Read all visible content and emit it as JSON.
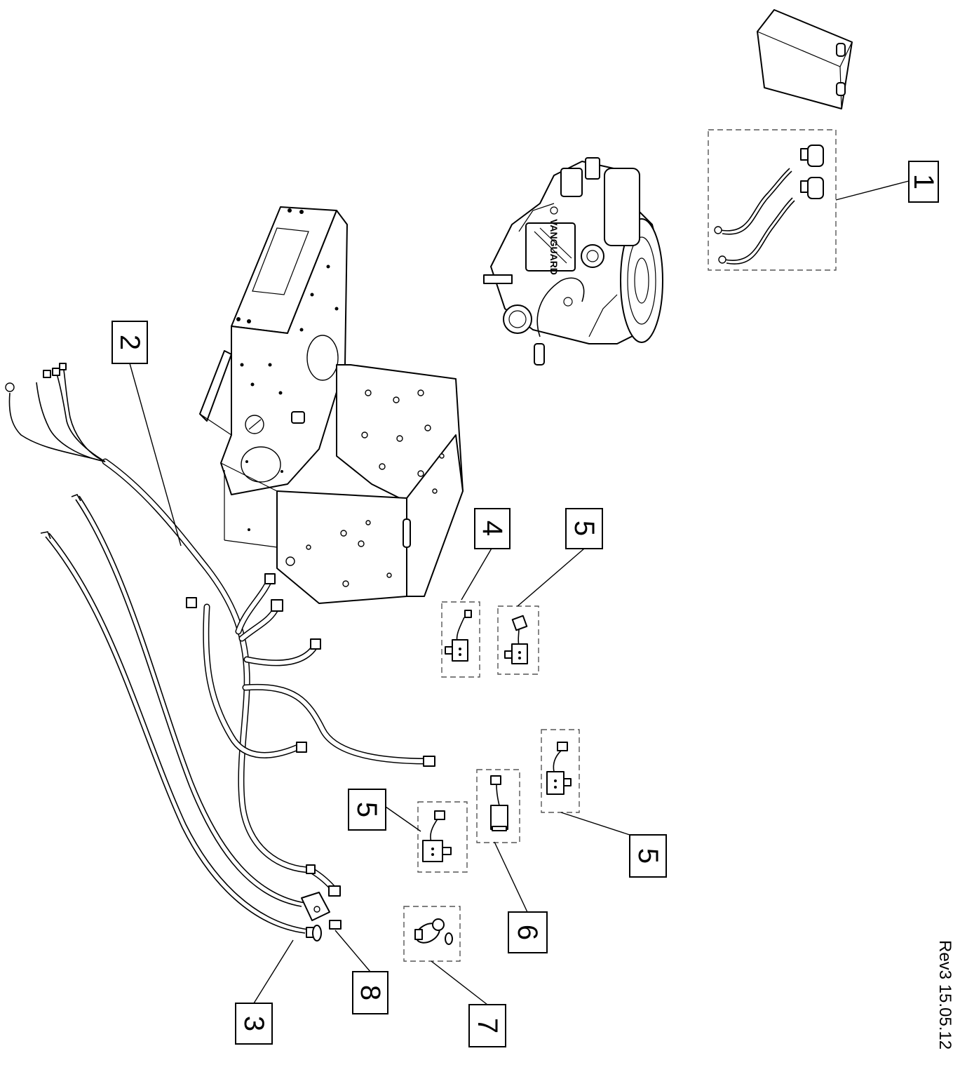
{
  "callouts": [
    {
      "id": "1",
      "label": "1"
    },
    {
      "id": "2",
      "label": "2"
    },
    {
      "id": "3",
      "label": "3"
    },
    {
      "id": "4",
      "label": "4"
    },
    {
      "id": "5a",
      "label": "5"
    },
    {
      "id": "5b",
      "label": "5"
    },
    {
      "id": "5c",
      "label": "5"
    },
    {
      "id": "6",
      "label": "6"
    },
    {
      "id": "7",
      "label": "7"
    },
    {
      "id": "8",
      "label": "8"
    }
  ],
  "revision": "Rev3 15.05.12",
  "engine_brand": "VANGUARD"
}
